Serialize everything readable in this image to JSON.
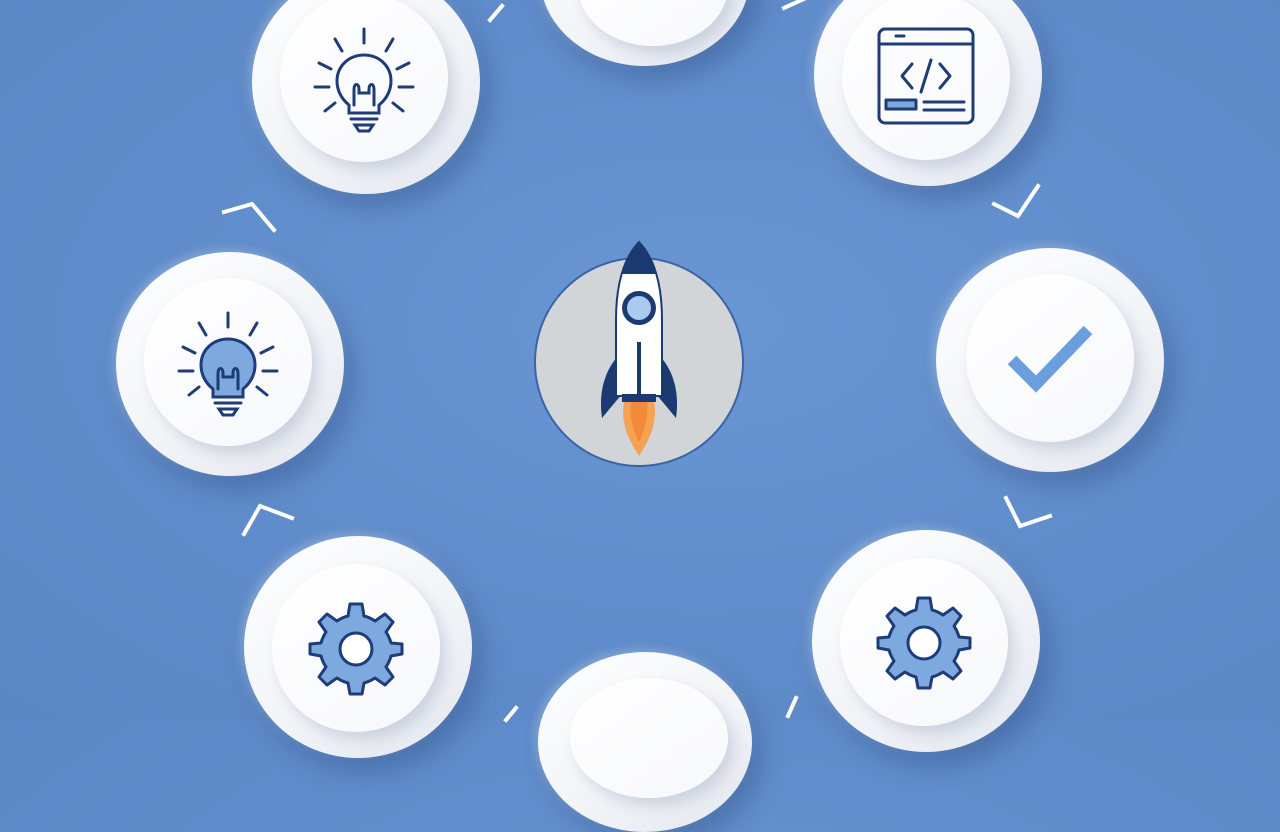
{
  "background_color": "#6390cc",
  "center": {
    "icon": "rocket-icon",
    "disc_color": "#d1d5d8",
    "rocket_colors": {
      "body": "#ffffff",
      "outline": "#1b3a72",
      "window": "#a9cbf0",
      "flame_outer": "#f6a253",
      "flame_inner": "#f28a3a"
    }
  },
  "cycle_nodes": [
    {
      "icon": "lightbulb-outline-icon",
      "position": "top-left"
    },
    {
      "icon": "partial-node",
      "position": "top"
    },
    {
      "icon": "code-document-icon",
      "position": "top-right"
    },
    {
      "icon": "checkmark-icon",
      "position": "right"
    },
    {
      "icon": "gear-icon",
      "position": "bottom-right"
    },
    {
      "icon": "partial-node",
      "position": "bottom"
    },
    {
      "icon": "gear-icon",
      "position": "bottom-left"
    },
    {
      "icon": "lightbulb-filled-icon",
      "position": "left"
    }
  ],
  "icon_colors": {
    "stroke": "#1e3c78",
    "fill_accent": "#7ea9df",
    "check": "#6a9edc"
  },
  "connector": "chevron-arrow-icon",
  "connector_color": "#ffffff"
}
